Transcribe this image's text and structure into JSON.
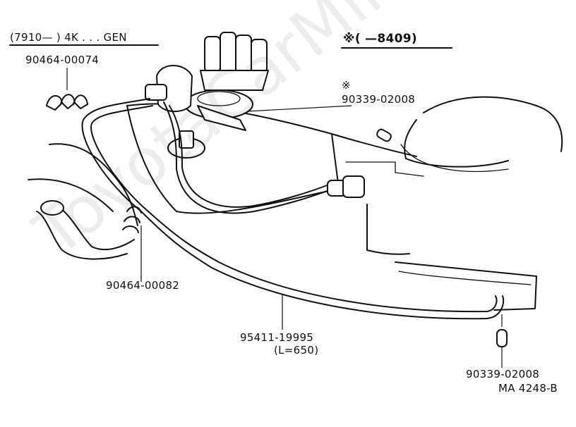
{
  "header": {
    "left_note": "(7910—        ) 4K . . . GEN",
    "right_note": "※(        —8409)"
  },
  "parts": {
    "clamp_top": "90464-00074",
    "clamp_side": "90464-00082",
    "plug_top_mark": "※",
    "plug_top": "90339-02008",
    "hose": "95411-19995",
    "hose_length": "(L=650)",
    "plug_bottom": "90339-02008"
  },
  "illustration_code": "MA  4248-B",
  "watermark": "ToyotaCarMine.ru"
}
